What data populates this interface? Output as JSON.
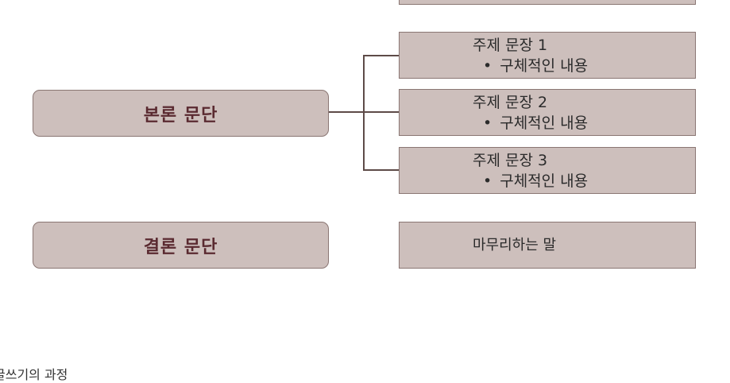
{
  "diagram": {
    "body_paragraph": {
      "label": "본론 문단",
      "topics": [
        {
          "title": "주제 문장 1",
          "bullet": "•",
          "detail": "구체적인 내용"
        },
        {
          "title": "주제 문장 2",
          "bullet": "•",
          "detail": "구체적인 내용"
        },
        {
          "title": "주제 문장 3",
          "bullet": "•",
          "detail": "구체적인 내용"
        }
      ]
    },
    "conclusion_paragraph": {
      "label": "결론 문단",
      "content": "마무리하는 말"
    }
  },
  "caption": "글쓰기의 과정",
  "colors": {
    "box_fill": "#cdbfbc",
    "box_border": "#8a7673",
    "left_label_text": "#5a2a30",
    "connector": "#5e4b48"
  }
}
